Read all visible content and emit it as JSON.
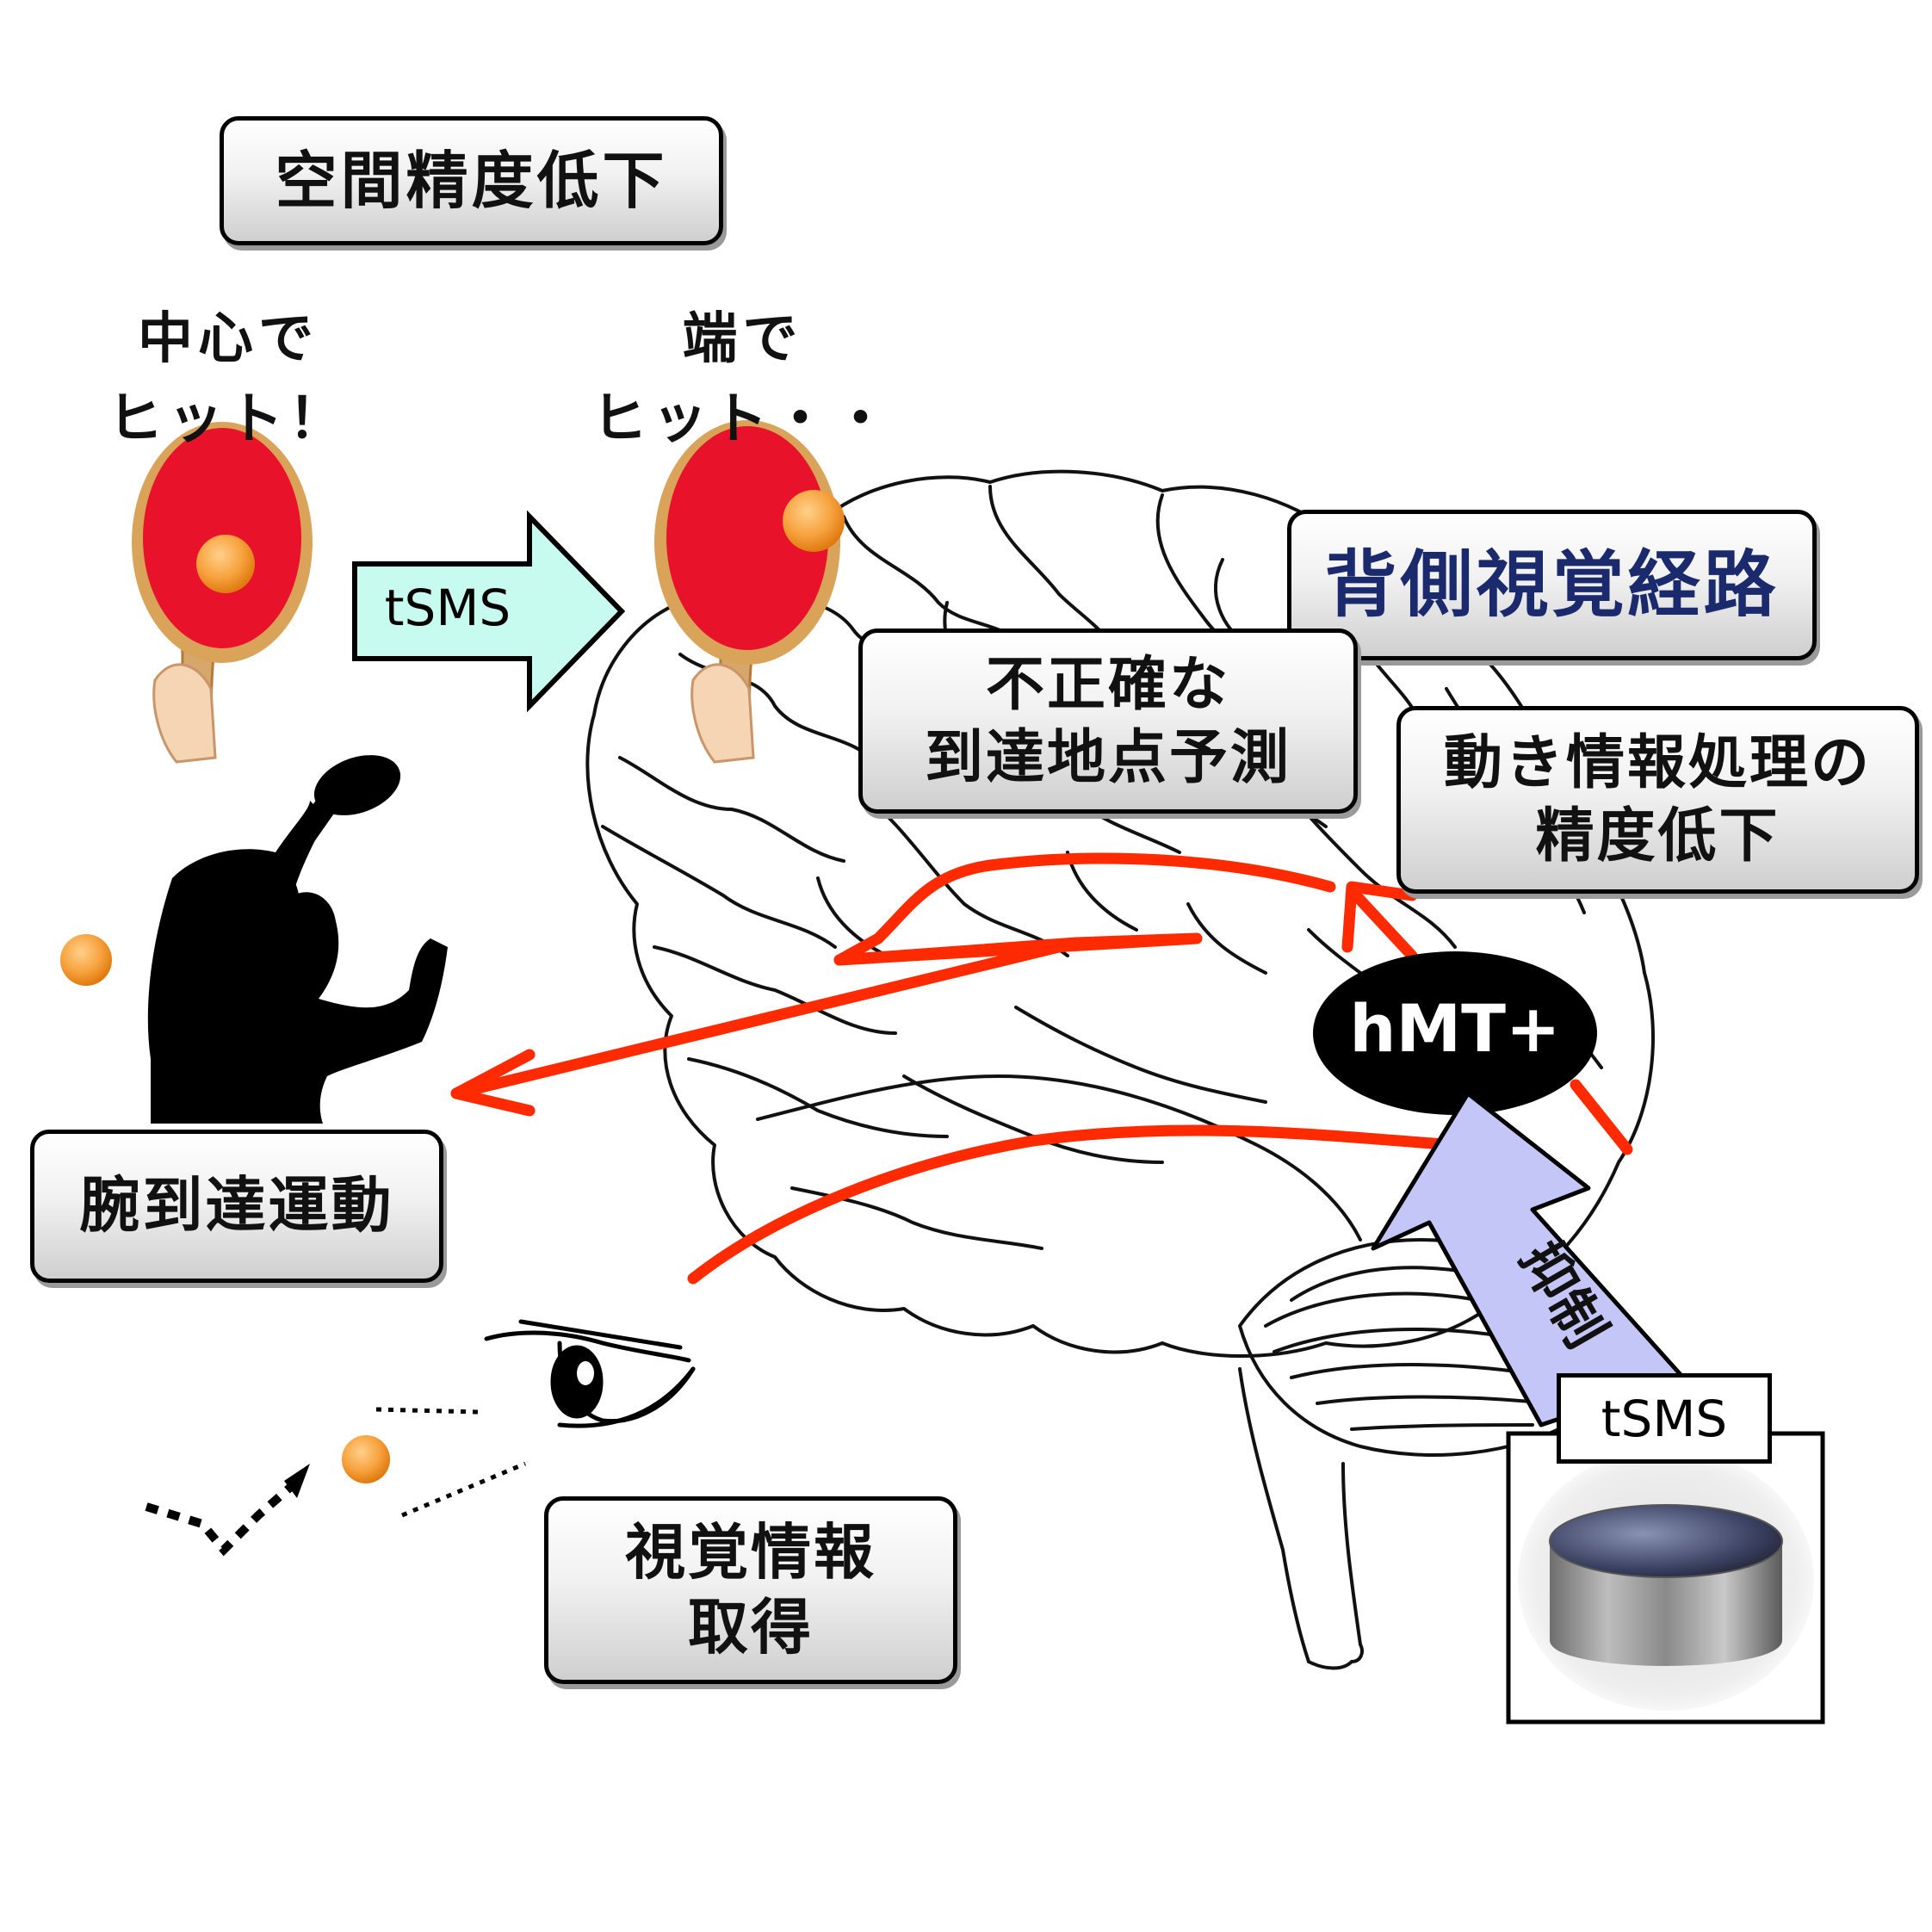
{
  "labels": {
    "spatial_decline": "空間精度低下",
    "hit_center_line1": "中心で",
    "hit_center_line2": "ヒット！",
    "hit_edge_line1": "端で",
    "hit_edge_line2": "ヒット・・",
    "tsms_arrow": "tSMS",
    "dorsal_pathway": "背側視覚経路",
    "inaccurate_line1": "不正確な",
    "inaccurate_line2": "到達地点予測",
    "motion_line1": "動き情報処理の",
    "motion_line2": "精度低下",
    "hmt": "hMT+",
    "arm_reach": "腕到達運動",
    "visual_line1": "視覚情報",
    "visual_line2": "取得",
    "inhibition": "抑制",
    "tsms_device": "tSMS"
  },
  "colors": {
    "pathway_red": "#ff2a00",
    "paddle_red": "#e8132b",
    "ball_orange": "#f7a23e",
    "arrow_cyan": "#c8fbf0",
    "arrow_lavender": "#c3c6f7",
    "dorsal_text_navy": "#1a2a6c"
  }
}
